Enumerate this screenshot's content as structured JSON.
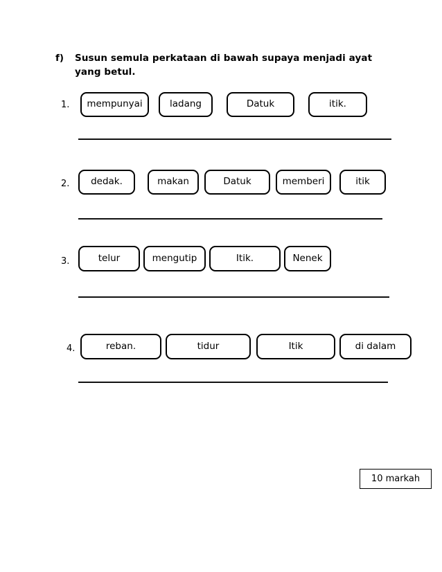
{
  "heading": {
    "letter": "f)",
    "text": "Susun semula perkataan di bawah supaya menjadi ayat yang betul."
  },
  "questions": [
    {
      "number": "1.",
      "words": [
        "mempunyai",
        "ladang",
        "Datuk",
        "itik."
      ]
    },
    {
      "number": "2.",
      "words": [
        "dedak.",
        "makan",
        "Datuk",
        "memberi",
        "itik"
      ]
    },
    {
      "number": "3.",
      "words": [
        "telur",
        "mengutip",
        "Itik.",
        "Nenek"
      ]
    },
    {
      "number": "4.",
      "words": [
        "reban.",
        "tidur",
        "Itik",
        "di dalam"
      ]
    }
  ],
  "marks": {
    "label": "10 markah"
  }
}
